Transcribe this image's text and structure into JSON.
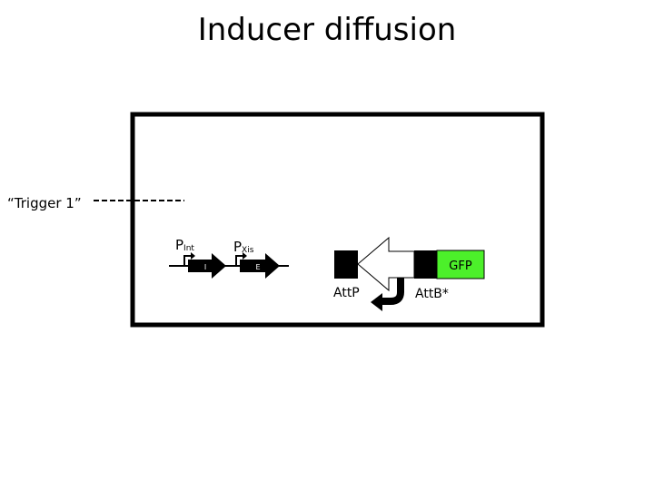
{
  "title": "Inducer diffusion",
  "trigger_label": "“Trigger  1”",
  "genes": {
    "p_int": {
      "main": "P",
      "sub": "Int"
    },
    "p_xis": {
      "main": "P",
      "sub": "Xis"
    },
    "gene_i": "I",
    "gene_e": "E"
  },
  "reporter": {
    "attp": "AttP",
    "attb": "AttB*",
    "gfp": "GFP",
    "gfp_color": "#4cf02a"
  }
}
